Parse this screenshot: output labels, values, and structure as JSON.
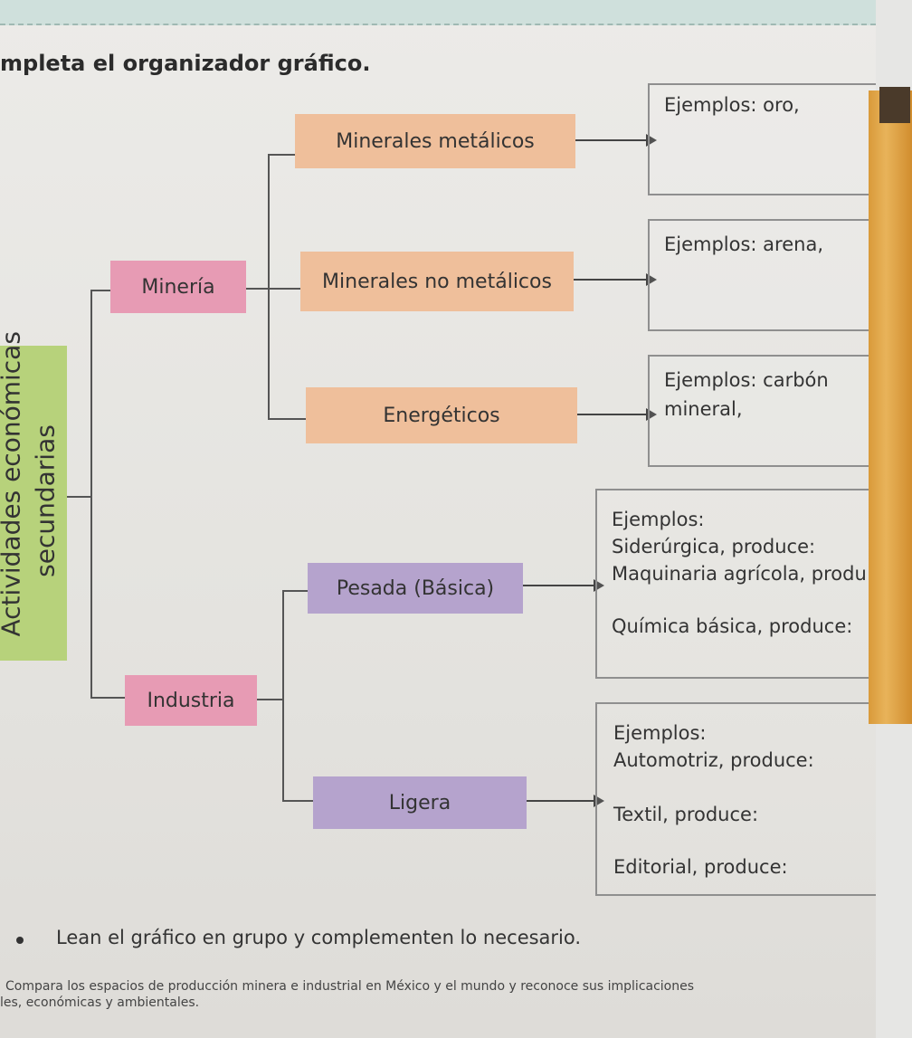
{
  "instruction": "mpleta el organizador gráfico.",
  "side_label": {
    "line1": "Actividades económicas",
    "line2": "secundarias"
  },
  "mining": {
    "label": "Minería",
    "children": [
      {
        "label": "Minerales metálicos",
        "example": "Ejemplos: oro,"
      },
      {
        "label": "Minerales no metálicos",
        "example": "Ejemplos: arena,"
      },
      {
        "label": "Energéticos",
        "example_line1": "Ejemplos: carbón",
        "example_line2": "mineral,"
      }
    ]
  },
  "industry": {
    "label": "Industria",
    "heavy": {
      "label": "Pesada (Básica)",
      "lines": [
        "Ejemplos:",
        "Siderúrgica, produce:",
        "Maquinaria agrícola, produ",
        "Química básica, produce:"
      ]
    },
    "light": {
      "label": "Ligera",
      "lines": [
        "Ejemplos:",
        "Automotriz, produce:",
        "Textil, produce:",
        "Editorial, produce:"
      ]
    }
  },
  "group_note": "Lean el gráfico en grupo y complementen lo necesario.",
  "footer": {
    "line1": "Compara los espacios de producción minera e industrial en México y el mundo y reconoce sus implicaciones",
    "line2": "les, económicas y ambientales."
  }
}
